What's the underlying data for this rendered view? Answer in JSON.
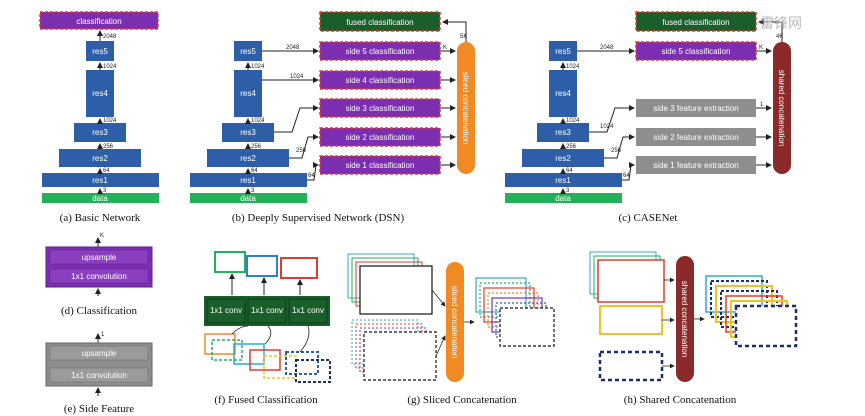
{
  "panel_a": {
    "classification": "classification",
    "res5": "res5",
    "res4": "res4",
    "res3": "res3",
    "res2": "res2",
    "res1": "res1",
    "data": "data",
    "dims": {
      "d2048": "2048",
      "d1024a": "1024",
      "d1024b": "1024",
      "d256": "256",
      "d64": "64",
      "d3": "3"
    },
    "caption": "(a) Basic Network"
  },
  "panel_b": {
    "fused": "fused classification",
    "side5": "side 5 classification",
    "side4": "side 4 classification",
    "side3": "side 3 classification",
    "side2": "side 2 classification",
    "side1": "side 1 classification",
    "concat": "sliced concatenation",
    "res5": "res5",
    "res4": "res4",
    "res3": "res3",
    "res2": "res2",
    "res1": "res1",
    "data": "data",
    "dims": {
      "d5k": "5K",
      "d2048": "2048",
      "d1024a": "1024",
      "d1024b": "1024",
      "d1024c": "1024",
      "d256a": "256",
      "d256b": "256",
      "d64a": "64",
      "d64b": "64",
      "d3": "3",
      "k": "K"
    },
    "caption": "(b) Deeply Supervised Network (DSN)"
  },
  "panel_c": {
    "fused": "fused classification",
    "side5": "side 5 classification",
    "fe3": "side 3 feature extraction",
    "fe2": "side 2 feature extraction",
    "fe1": "side 1 feature extraction",
    "concat": "shared concatenation",
    "res5": "res5",
    "res4": "res4",
    "res3": "res3",
    "res2": "res2",
    "res1": "res1",
    "data": "data",
    "dims": {
      "d4k": "4K",
      "d2048": "2048",
      "d1024a": "1024",
      "d1024b": "1024",
      "d1024c": "1024",
      "d256a": "256",
      "d256b": "256",
      "d64a": "64",
      "d64b": "64",
      "d3": "3",
      "k": "K",
      "one": "1"
    },
    "caption": "(c) CASENet"
  },
  "panel_d": {
    "upsample": "upsample",
    "conv": "1x1 convolution",
    "k": "K",
    "caption": "(d) Classification"
  },
  "panel_e": {
    "upsample": "upsample",
    "conv": "1x1 convolution",
    "one": "1",
    "caption": "(e) Side Feature"
  },
  "panel_f": {
    "conv1": "1x1 conv",
    "conv2": "1x1 conv",
    "conv3": "1x1 conv",
    "caption": "(f) Fused Classification"
  },
  "panel_g": {
    "concat": "sliced concatenation",
    "caption": "(g) Sliced Concatenation"
  },
  "panel_h": {
    "concat": "shared concatenation",
    "caption": "(h) Shared Concatenation"
  },
  "watermark": "雷锋网",
  "colors": {
    "blue": "#2f5ea8",
    "green": "#22b15a",
    "purple": "#7b2fb0",
    "darkgreen": "#1a5e2c",
    "orange": "#f08a24",
    "maroon": "#8b2a2a",
    "gray": "#8e8e8e",
    "red": "#e23a2d"
  }
}
